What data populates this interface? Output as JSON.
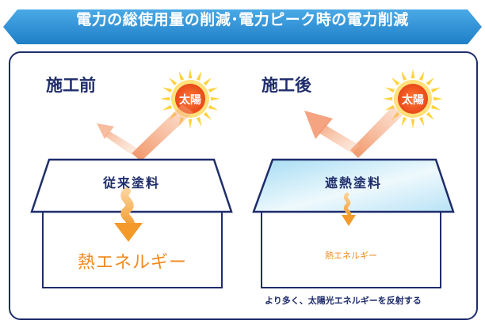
{
  "banner": {
    "title": "電力の総使用量の削減･電力ピーク時の電力削減"
  },
  "before": {
    "heading": "施工前",
    "sun_label": "太陽",
    "roof_label": "従来塗料",
    "heat_label": "熱エネルギー"
  },
  "after": {
    "heading": "施工後",
    "sun_label": "太陽",
    "roof_label": "遮熱塗料",
    "heat_label": "熱エネルギー",
    "caption": "より多く、太陽光エネルギーを反射する"
  },
  "colors": {
    "banner": "#2a8fd4",
    "frame": "#1f2d6b",
    "sun_outer": "#ffd23a",
    "sun_inner": "#f2561e",
    "heat": "#f08a1e",
    "heat_arrow": "#f7a23a",
    "reflect_arrow": "#f3a27a",
    "coated_roof": "#bfe6f7"
  },
  "icons": [
    "sun-icon",
    "heat-arrow-icon",
    "reflection-arrow-icon",
    "house-icon"
  ]
}
